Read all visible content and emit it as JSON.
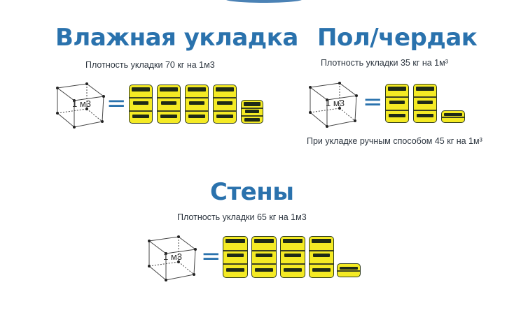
{
  "sections": {
    "wet": {
      "title": "Влажная укладка",
      "density": "Плотность укладки 70 кг на 1м3",
      "cube_label": "1 м3",
      "equals": "="
    },
    "floor": {
      "title": "Пол/чердак",
      "density": "Плотность укладки 35 кг на 1м³",
      "cube_label": "1 м3",
      "equals": "=",
      "manual_note": "При укладке ручным способом 45 кг на 1м³"
    },
    "walls": {
      "title": "Стены",
      "density": "Плотность укладки 65 кг на 1м3",
      "cube_label": "1 м3",
      "equals": "="
    }
  },
  "colors": {
    "title": "#2a72ad",
    "bag": "#f4ea24",
    "text": "#2d3640"
  }
}
